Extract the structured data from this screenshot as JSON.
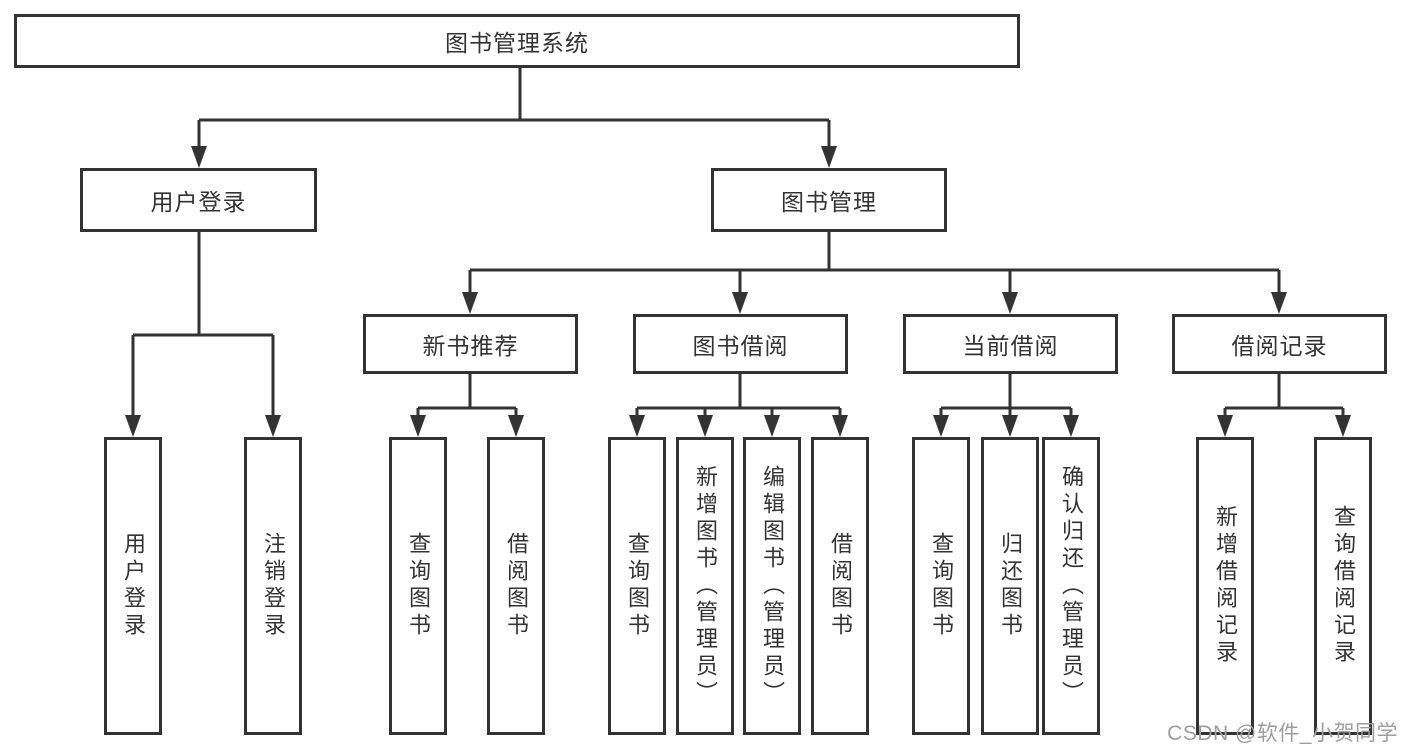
{
  "diagram": {
    "title": "图书管理系统",
    "colors": {
      "line": "#333333",
      "box_background": "#ffffff",
      "text": "#333333",
      "watermark_text_color": "#9e9e9e"
    },
    "root": {
      "label": "图书管理系统"
    },
    "level2": [
      {
        "label": "用户登录"
      },
      {
        "label": "图书管理"
      }
    ],
    "level3": [
      {
        "label": "新书推荐"
      },
      {
        "label": "图书借阅"
      },
      {
        "label": "当前借阅"
      },
      {
        "label": "借阅记录"
      }
    ],
    "leaves": {
      "user_login": [
        {
          "label": "用户登录"
        },
        {
          "label": "注销登录"
        }
      ],
      "new_book_recommend": [
        {
          "label": "查询图书"
        },
        {
          "label": "借阅图书"
        }
      ],
      "book_borrow": [
        {
          "label": "查询图书"
        },
        {
          "label": "新增图书（管理员）"
        },
        {
          "label": "编辑图书（管理员）"
        },
        {
          "label": "借阅图书"
        }
      ],
      "current_borrow": [
        {
          "label": "查询图书"
        },
        {
          "label": "归还图书"
        },
        {
          "label": "确认归还（管理员）"
        }
      ],
      "borrow_records": [
        {
          "label": "新增借阅记录"
        },
        {
          "label": "查询借阅记录"
        }
      ]
    },
    "watermark": "CSDN @软件_小贺同学"
  }
}
